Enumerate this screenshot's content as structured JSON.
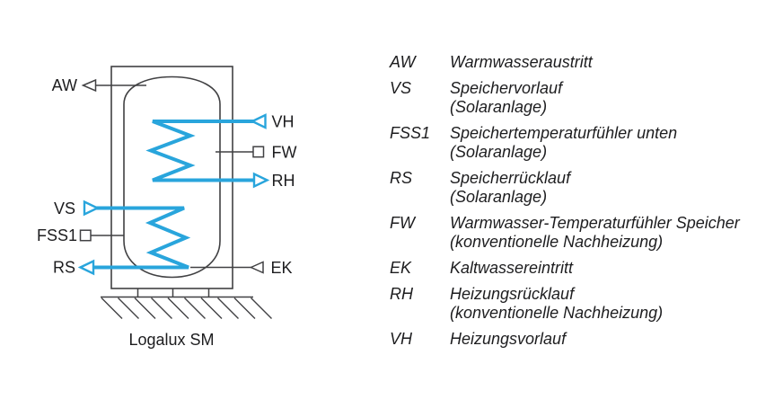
{
  "diagram": {
    "caption": "Logalux SM",
    "labels": {
      "aw": "AW",
      "vh": "VH",
      "fw": "FW",
      "rh": "RH",
      "vs": "VS",
      "fss1": "FSS1",
      "rs": "RS",
      "ek": "EK"
    },
    "colors": {
      "pipe_blue": "#29A5DC",
      "line_dark": "#414143",
      "text_dark": "#1D1D1F",
      "background": "#FFFFFF"
    }
  },
  "legend": {
    "entries": [
      {
        "term": "AW",
        "desc": "Warmwasseraustritt"
      },
      {
        "term": "VS",
        "desc": "Speichervorlauf",
        "desc2": "(Solaranlage)"
      },
      {
        "term": "FSS1",
        "desc": "Speichertemperaturfühler unten",
        "desc2": "(Solaranlage)"
      },
      {
        "term": "RS",
        "desc": "Speicherrücklauf",
        "desc2": "(Solaranlage)"
      },
      {
        "term": "FW",
        "desc": "Warmwasser-Temperaturfühler Speicher",
        "desc2": "(konventionelle Nachheizung)"
      },
      {
        "term": "EK",
        "desc": "Kaltwassereintritt"
      },
      {
        "term": "RH",
        "desc": "Heizungsrücklauf",
        "desc2": "(konventionelle Nachheizung)"
      },
      {
        "term": "VH",
        "desc": "Heizungsvorlauf"
      }
    ]
  }
}
